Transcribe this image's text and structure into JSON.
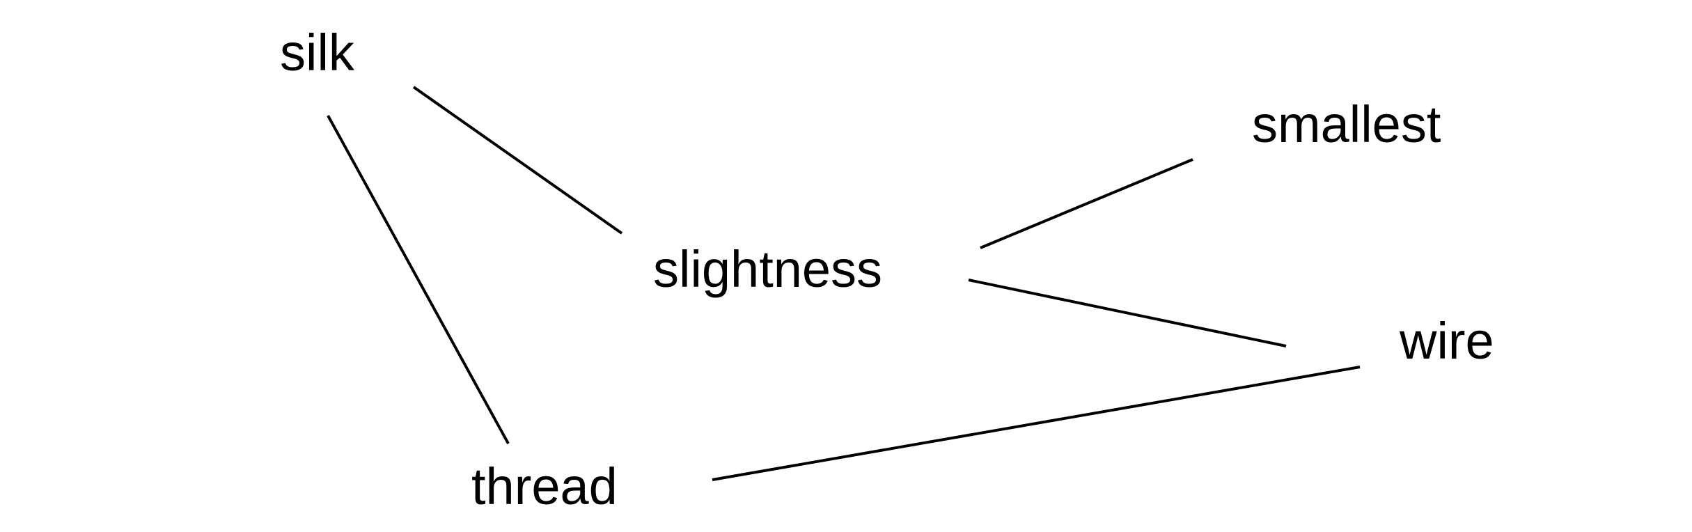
{
  "diagram": {
    "nodes": {
      "silk": "silk",
      "slightness": "slightness",
      "smallest": "smallest",
      "wire": "wire",
      "thread": "thread"
    },
    "edges": [
      {
        "from": "silk",
        "to": "slightness"
      },
      {
        "from": "silk",
        "to": "thread"
      },
      {
        "from": "slightness",
        "to": "smallest"
      },
      {
        "from": "slightness",
        "to": "wire"
      },
      {
        "from": "thread",
        "to": "wire"
      }
    ],
    "colors": {
      "line": "#000000",
      "text": "#000000",
      "background": "#ffffff"
    }
  }
}
